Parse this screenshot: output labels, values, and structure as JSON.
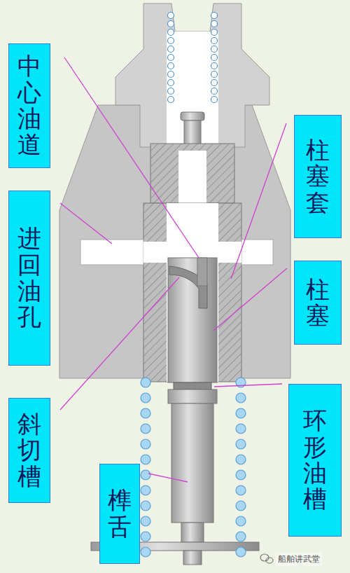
{
  "diagram": {
    "nodes": [
      {
        "text": [
          "中心油道"
        ]
      },
      {
        "text": [
          "柱塞套"
        ]
      },
      {
        "text": [
          "进回油孔"
        ]
      },
      {
        "text": [
          "柱塞"
        ]
      },
      {
        "text": [
          "斜切槽"
        ]
      },
      {
        "text": [
          "环形油槽"
        ]
      },
      {
        "text": [
          "榫舌"
        ]
      }
    ],
    "labels": [
      "船舶讲武堂"
    ]
  }
}
